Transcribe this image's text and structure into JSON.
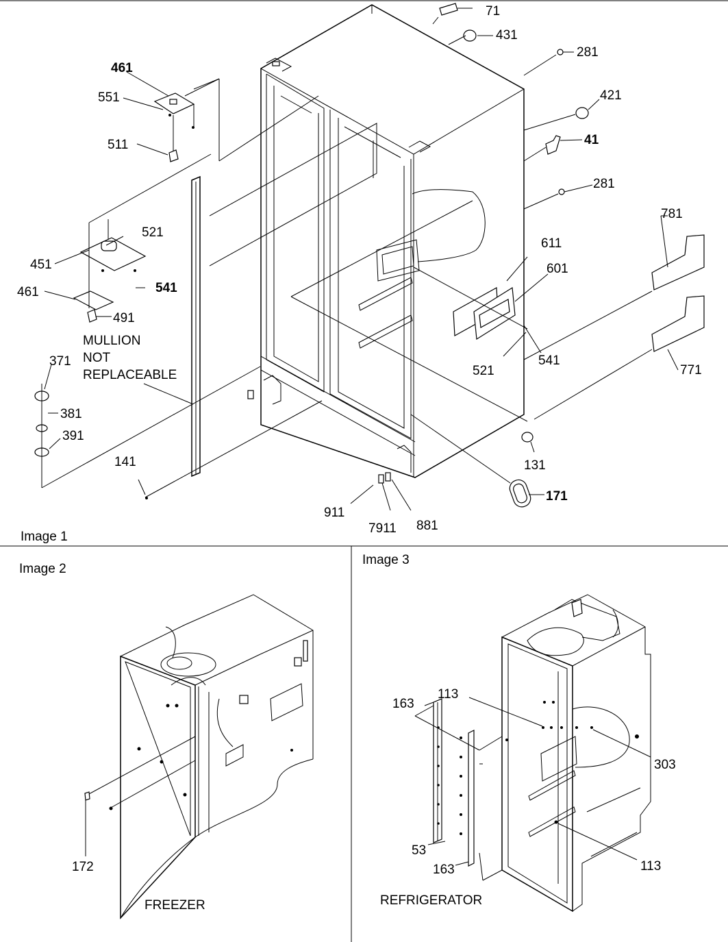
{
  "panels": {
    "image1": {
      "caption": "Image 1"
    },
    "image2": {
      "caption": "Image 2",
      "sublabel": "FREEZER"
    },
    "image3": {
      "caption": "Image 3",
      "sublabel": "REFRIGERATOR"
    }
  },
  "note": {
    "line1": "MULLION",
    "line2": "NOT",
    "line3": "REPLACEABLE"
  },
  "callouts": {
    "c71": "71",
    "c431": "431",
    "c281a": "281",
    "c421": "421",
    "c41": "41",
    "c281b": "281",
    "c781": "781",
    "c611": "611",
    "c601": "601",
    "c541r": "541",
    "c521r": "521",
    "c771": "771",
    "c131": "131",
    "c171": "171",
    "c881": "881",
    "c7911": "7911",
    "c911": "911",
    "c141": "141",
    "c461a": "461",
    "c551": "551",
    "c511": "511",
    "c521l": "521",
    "c451": "451",
    "c541l": "541",
    "c461b": "461",
    "c491": "491",
    "c371": "371",
    "c381": "381",
    "c391": "391",
    "c172": "172",
    "c163a": "163",
    "c113a": "113",
    "c303": "303",
    "c53": "53",
    "c163b": "163",
    "c113b": "113"
  }
}
